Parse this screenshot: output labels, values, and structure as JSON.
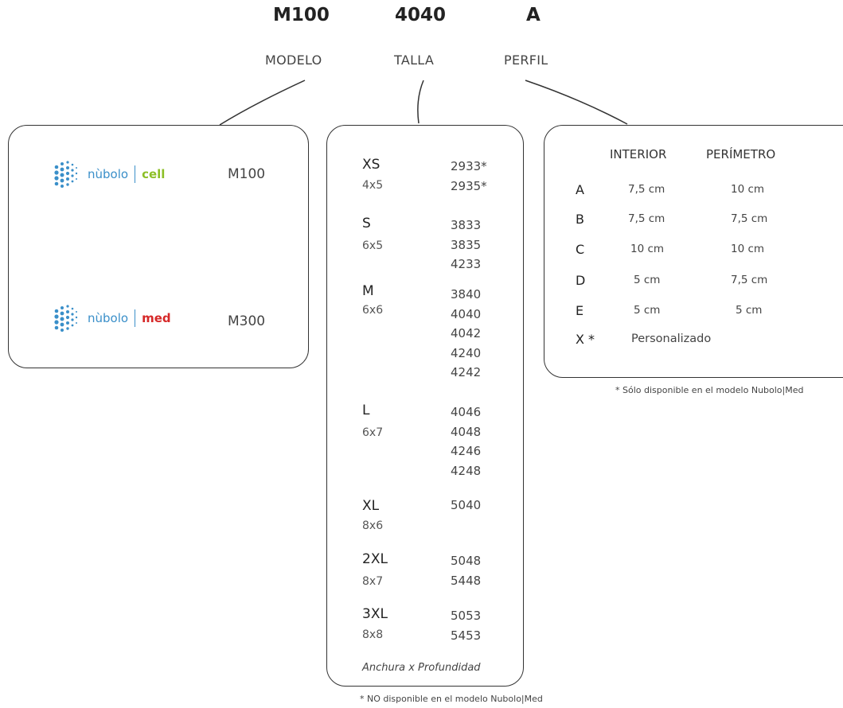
{
  "header": {
    "model_code": "M100",
    "size_code": "4040",
    "profile_code": "A",
    "model_label": "MODELO",
    "size_label": "TALLA",
    "profile_label": "PERFIL"
  },
  "models": [
    {
      "logo_word": "nùbolo",
      "logo_sub": "cell",
      "sub_color": "#8cbf26",
      "code": "M100"
    },
    {
      "logo_word": "nùbolo",
      "logo_sub": "med",
      "sub_color": "#d62828",
      "code": "M300"
    }
  ],
  "sizes": [
    {
      "name": "XS",
      "dim": "4x5",
      "codes": [
        "2933*",
        "2935*"
      ]
    },
    {
      "name": "S",
      "dim": "6x5",
      "codes": [
        "3833",
        "3835",
        "4233"
      ]
    },
    {
      "name": "M",
      "dim": "6x6",
      "codes": [
        "3840",
        "4040",
        "4042",
        "4240",
        "4242"
      ]
    },
    {
      "name": "L",
      "dim": "6x7",
      "codes": [
        "4046",
        "4048",
        "4246",
        "4248"
      ]
    },
    {
      "name": "XL",
      "dim": "8x6",
      "codes": [
        "5040"
      ]
    },
    {
      "name": "2XL",
      "dim": "8x7",
      "codes": [
        "5048",
        "5448"
      ]
    },
    {
      "name": "3XL",
      "dim": "8x8",
      "codes": [
        "5053",
        "5453"
      ]
    }
  ],
  "sizes_footer": "Anchura x Profundidad",
  "sizes_note": "* NO disponible en el modelo Nubolo|Med",
  "profiles": {
    "col_interior": "INTERIOR",
    "col_perimeter": "PERÍMETRO",
    "rows": [
      {
        "letter": "A",
        "interior": "7,5 cm",
        "perimeter": "10 cm"
      },
      {
        "letter": "B",
        "interior": "7,5 cm",
        "perimeter": "7,5 cm"
      },
      {
        "letter": "C",
        "interior": "10 cm",
        "perimeter": "10 cm"
      },
      {
        "letter": "D",
        "interior": "5 cm",
        "perimeter": "7,5 cm"
      },
      {
        "letter": "E",
        "interior": "5 cm",
        "perimeter": "5 cm"
      }
    ],
    "custom_letter": "X *",
    "custom_label": "Personalizado",
    "note": "* Sólo disponible en el modelo Nubolo|Med"
  }
}
